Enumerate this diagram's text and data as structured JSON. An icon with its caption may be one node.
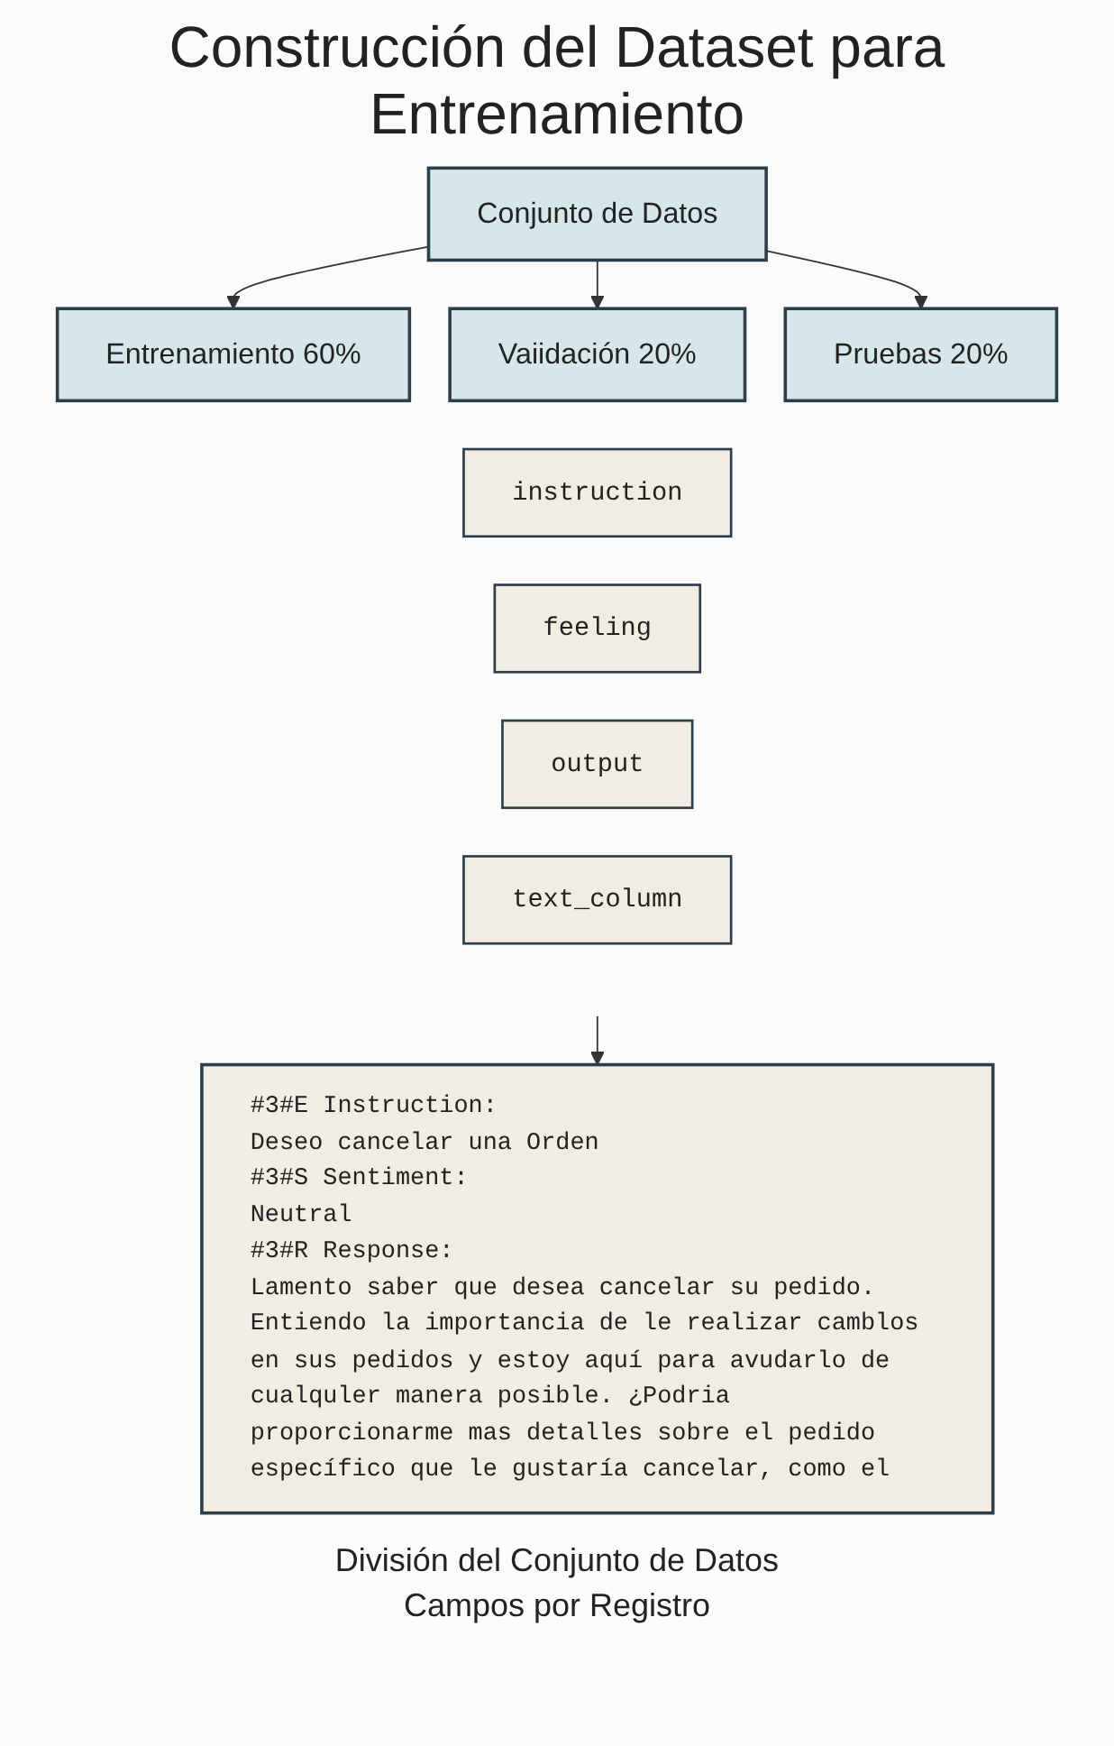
{
  "diagram": {
    "title": "Construcción del Dataset para Entrenamiento",
    "nodes": [
      {
        "text": [
          "Conjunto de Datos"
        ]
      },
      {
        "text": [
          "Entrenamiento 60%"
        ]
      },
      {
        "text": [
          "Vaiidación 20%"
        ]
      },
      {
        "text": [
          "Pruebas 20%"
        ]
      },
      {
        "text": [
          "instruction"
        ]
      },
      {
        "text": [
          "feeling"
        ]
      },
      {
        "text": [
          "output"
        ]
      },
      {
        "text": [
          "text_column"
        ]
      },
      {
        "text": [
          "#3#E Instruction:",
          "Deseo cancelar una Orden",
          "#3#S Sentiment:",
          "Neutral",
          "#3#R Response:",
          "Lamento saber que desea cancelar su pedido. Entiendo la importancia de le realizar camblos en sus pedidos y estoy aquí para avudarlo de cualquler manera posible. ¿Podria proporcionarme mas detalles sobre el pedido específico que le gustaría cancelar, como el"
        ]
      }
    ],
    "edges": [
      {
        "from": 0,
        "to": 1,
        "arrow": "to"
      },
      {
        "from": 0,
        "to": 2,
        "arrow": "to"
      },
      {
        "from": 0,
        "to": 3,
        "arrow": "to"
      },
      {
        "from": null,
        "to": 8,
        "arrow": "to"
      }
    ],
    "labels": [
      "División del Conjunto de Datos",
      "Campos por Registro"
    ]
  }
}
